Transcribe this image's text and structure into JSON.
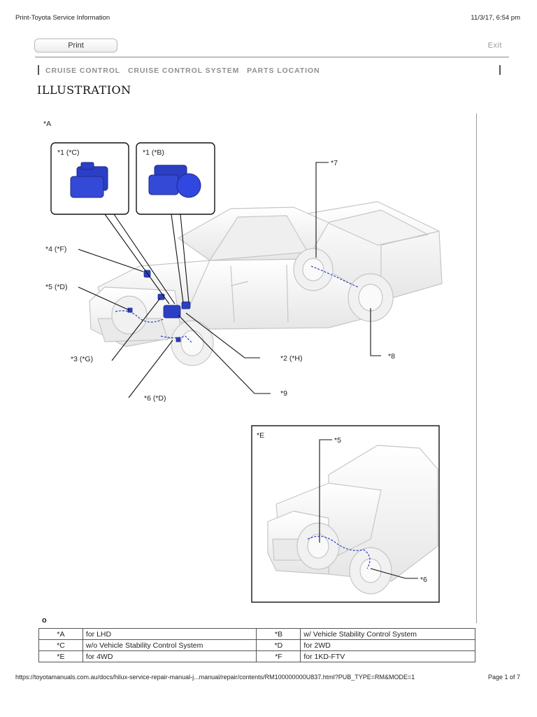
{
  "browser_header": {
    "title": "Print-Toyota Service Information",
    "datetime": "11/3/17, 6:54 pm"
  },
  "toolbar": {
    "print_label": "Print",
    "exit_label": "Exit"
  },
  "breadcrumb": [
    "CRUISE CONTROL",
    "CRUISE CONTROL SYSTEM",
    "PARTS LOCATION"
  ],
  "page_title": "ILLUSTRATION",
  "illustration": {
    "main_panel_label": "*A",
    "inset_panel_label": "*E",
    "callouts": {
      "c1c": "*1 (*C)",
      "c1b": "*1 (*B)",
      "c7": "*7",
      "c4f": "*4 (*F)",
      "c5d": "*5 (*D)",
      "c3g": "*3 (*G)",
      "c2h": "*2 (*H)",
      "c8": "*8",
      "c9": "*9",
      "c6d": "*6 (*D)",
      "e5": "*5",
      "e6": "*6"
    }
  },
  "section_marker": "o",
  "legend": [
    {
      "code1": "*A",
      "desc1": "for LHD",
      "code2": "*B",
      "desc2": "w/ Vehicle Stability Control System"
    },
    {
      "code1": "*C",
      "desc1": "w/o Vehicle Stability Control System",
      "code2": "*D",
      "desc2": "for 2WD"
    },
    {
      "code1": "*E",
      "desc1": "for 4WD",
      "code2": "*F",
      "desc2": "for 1KD-FTV"
    }
  ],
  "footer": {
    "url": "https://toyotamanuals.com.au/docs/hilux-service-repair-manual-j...manual/repair/contents/RM100000000U837.html?PUB_TYPE=RM&MODE=1",
    "page": "Page 1 of 7"
  },
  "colors": {
    "part_blue": "#2a3fc4",
    "part_dark_blue": "#1c2a8a",
    "rule_gray": "#8a8a8a",
    "truck_outline": "#c6c6c6"
  }
}
